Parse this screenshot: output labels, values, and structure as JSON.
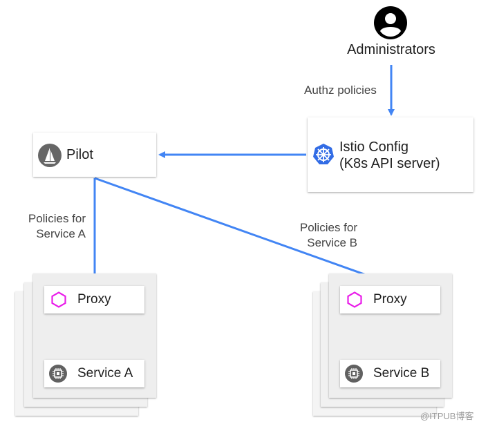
{
  "admin": {
    "label": "Administrators",
    "icon": "person-circle-icon"
  },
  "edges": {
    "authz": "Authz policies",
    "policies_a_line1": "Policies for",
    "policies_a_line2": "Service A",
    "policies_b_line1": "Policies for",
    "policies_b_line2": "Service B"
  },
  "pilot": {
    "label": "Pilot",
    "icon": "pilot-sail-icon"
  },
  "istio_config": {
    "line1": "Istio Config",
    "line2": "(K8s API server)",
    "icon": "kubernetes-wheel-icon"
  },
  "group_a": {
    "proxy": {
      "label": "Proxy",
      "icon": "hexagon-icon"
    },
    "service": {
      "label": "Service A",
      "icon": "chip-icon"
    }
  },
  "group_b": {
    "proxy": {
      "label": "Proxy",
      "icon": "hexagon-icon"
    },
    "service": {
      "label": "Service B",
      "icon": "chip-icon"
    }
  },
  "watermark": "@ITPUB博客",
  "colors": {
    "arrow": "#4285f4",
    "proxy_icon": "#e91ee9",
    "kubernetes": "#326ce5",
    "icon_gray": "#616161"
  }
}
